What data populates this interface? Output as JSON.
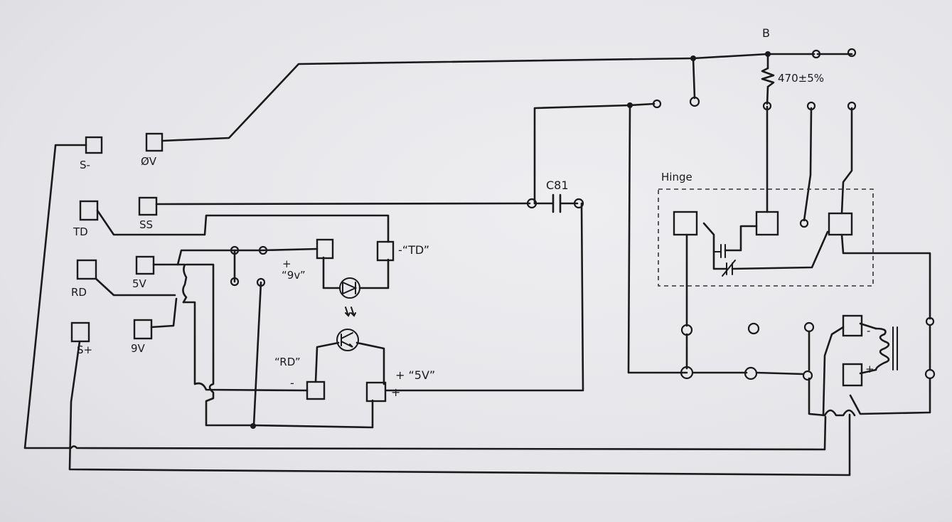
{
  "labels": {
    "s_minus": "S-",
    "zero_v": "ØV",
    "td": "TD",
    "ss": "SS",
    "rd": "RD",
    "five_v": "5V",
    "s_plus": "S+",
    "nine_v": "9V",
    "td_quoted": "-“TD”",
    "nine_v_quoted": "“9v”",
    "plus_sign": "+",
    "rd_quoted": "“RD”",
    "minus_sign": "-",
    "five_v_quoted": "+ “5V”",
    "capacitor": "C81",
    "relay": "B",
    "resistor": "470±5%",
    "hinge": "Hinge"
  }
}
